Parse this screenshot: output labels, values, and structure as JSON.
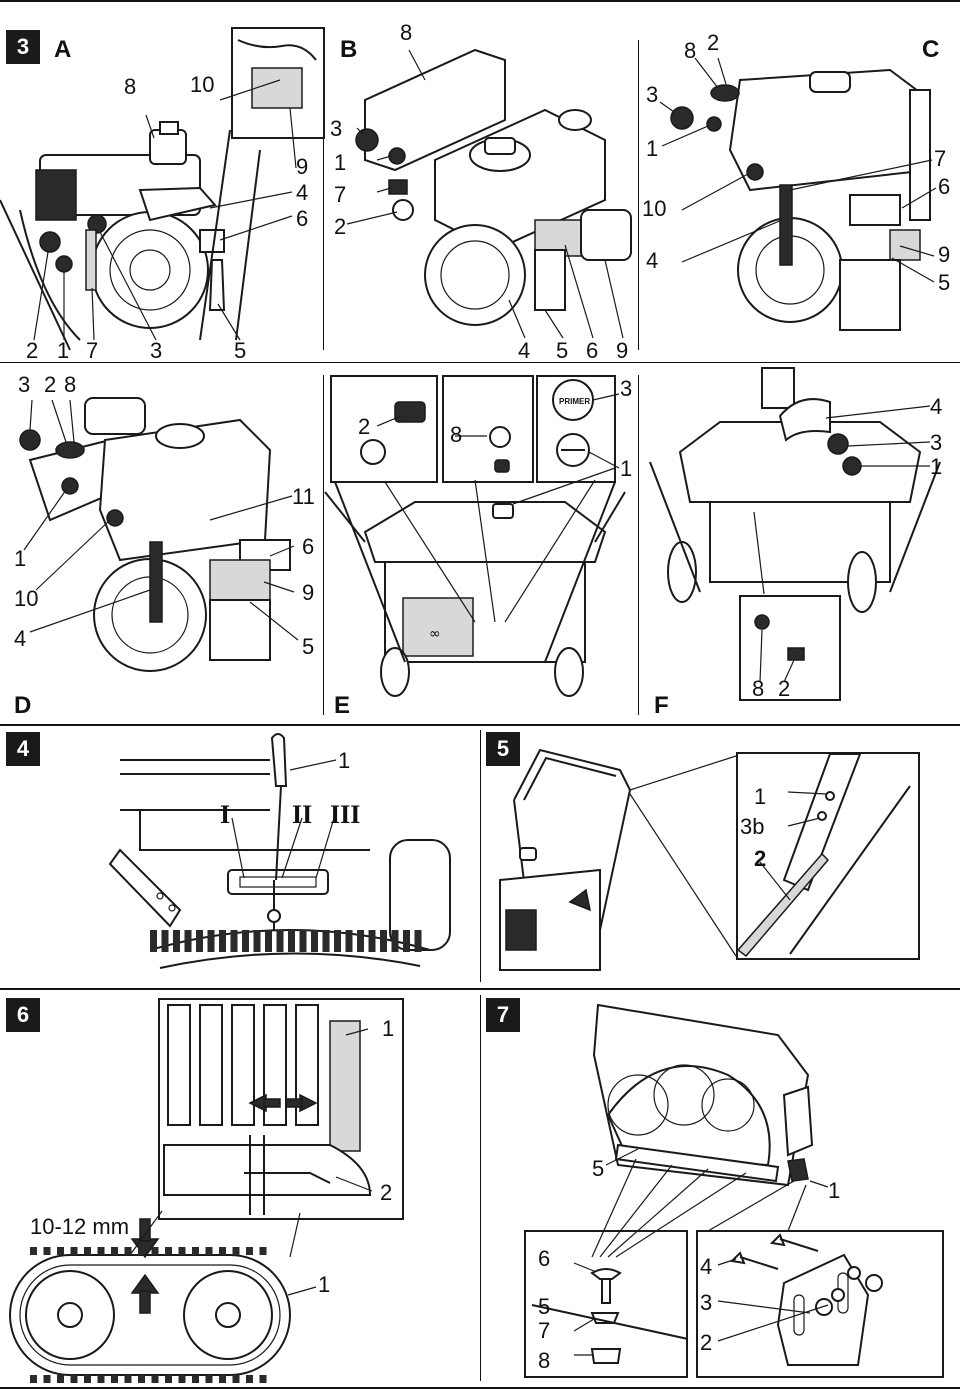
{
  "figures": {
    "f3": {
      "number": "3",
      "panels": {
        "A": {
          "letter": "A",
          "callouts": [
            "8",
            "10",
            "9",
            "4",
            "6",
            "2",
            "1",
            "7",
            "3",
            "5"
          ]
        },
        "B": {
          "letter": "B",
          "callouts": [
            "8",
            "3",
            "1",
            "7",
            "2",
            "4",
            "5",
            "6",
            "9"
          ]
        },
        "C": {
          "letter": "C",
          "callouts": [
            "8",
            "2",
            "3",
            "1",
            "7",
            "6",
            "10",
            "4",
            "9",
            "5"
          ]
        },
        "D": {
          "letter": "D",
          "callouts": [
            "3",
            "2",
            "8",
            "11",
            "1",
            "6",
            "10",
            "9",
            "4",
            "5"
          ]
        },
        "E": {
          "letter": "E",
          "callouts": [
            "2",
            "8",
            "3",
            "1"
          ],
          "primer_text": "PRIMER"
        },
        "F": {
          "letter": "F",
          "callouts": [
            "4",
            "3",
            "1",
            "8",
            "2"
          ]
        }
      }
    },
    "f4": {
      "number": "4",
      "callouts": [
        "1"
      ],
      "positions": [
        "I",
        "II",
        "III"
      ]
    },
    "f5": {
      "number": "5",
      "callouts": [
        "1",
        "3b",
        "2"
      ]
    },
    "f6": {
      "number": "6",
      "callouts": [
        "1",
        "2",
        "1"
      ],
      "measure": "10-12 mm"
    },
    "f7": {
      "number": "7",
      "callouts": [
        "5",
        "1",
        "6",
        "5",
        "7",
        "8",
        "4",
        "3",
        "2"
      ]
    }
  }
}
